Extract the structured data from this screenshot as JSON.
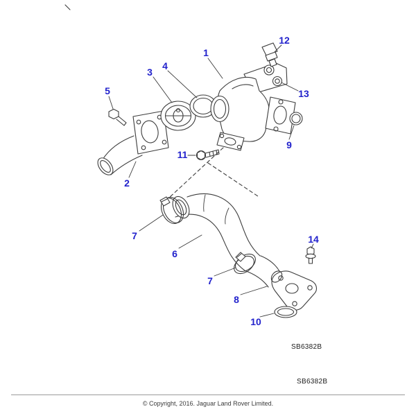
{
  "colors": {
    "callout_blue": "#2222cc",
    "line_art": "#3c3c3c"
  },
  "diagram": {
    "code": "SB6382B",
    "callouts": [
      "12",
      "1",
      "4",
      "3",
      "13",
      "5",
      "9",
      "11",
      "2",
      "7",
      "6",
      "7",
      "8",
      "14",
      "10"
    ]
  },
  "footer": {
    "code": "SB6382B",
    "copyright": "© Copyright, 2016. Jaguar Land Rover Limited."
  }
}
